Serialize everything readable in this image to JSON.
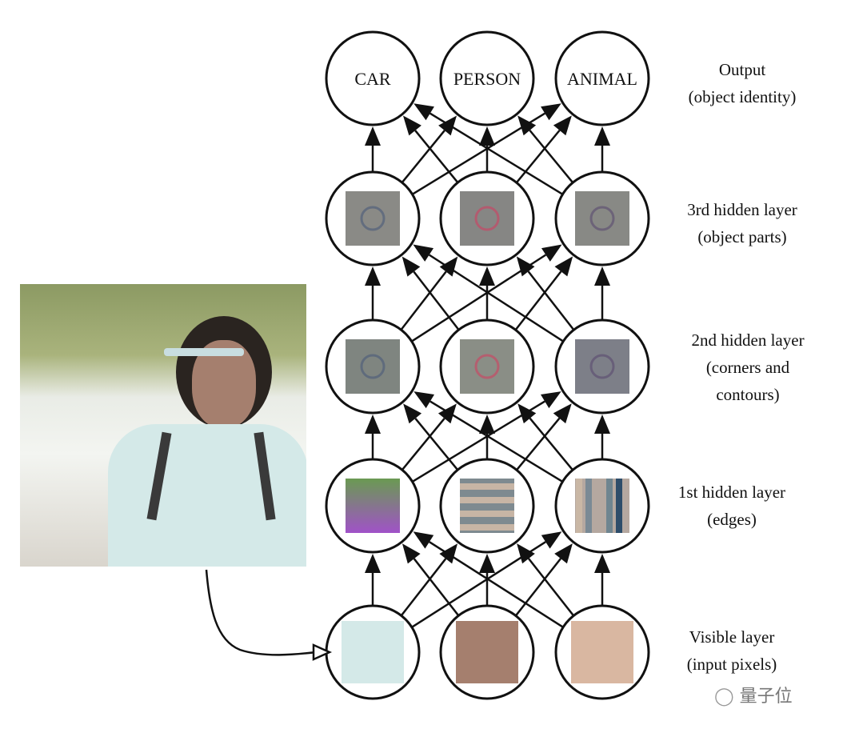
{
  "output_nodes": [
    "CAR",
    "PERSON",
    "ANIMAL"
  ],
  "layer_labels": [
    {
      "lines": [
        "Output",
        "(object identity)"
      ]
    },
    {
      "lines": [
        "3rd hidden layer",
        "(object parts)"
      ]
    },
    {
      "lines": [
        "2nd hidden layer",
        "(corners and",
        "contours)"
      ]
    },
    {
      "lines": [
        "1st hidden layer",
        "(edges)"
      ]
    },
    {
      "lines": [
        "Visible layer",
        "(input pixels)"
      ]
    }
  ],
  "visible_pixel_colors": [
    "#d4e9e8",
    "#a57f6e",
    "#d9b7a1"
  ],
  "watermark": "量子位"
}
